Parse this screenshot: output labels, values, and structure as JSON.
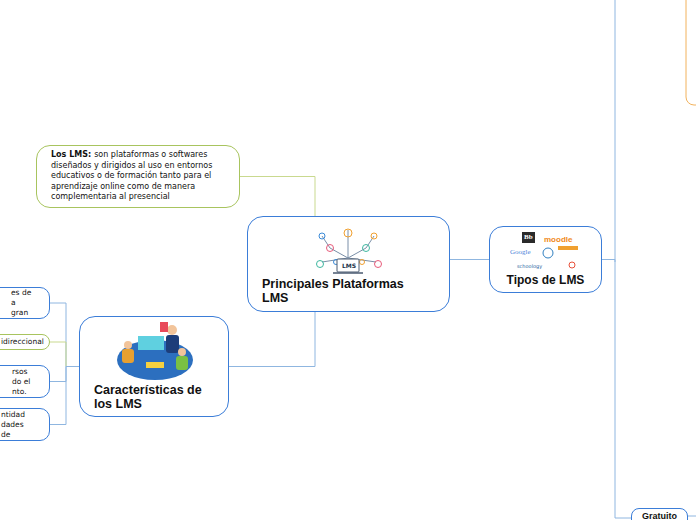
{
  "diagram": {
    "nodes": [
      {
        "text": [
          "Principales Plataformas LMS"
        ]
      },
      {
        "text": [
          "Los LMS:",
          "son plataformas o softwares diseñados y dirigidos al uso en entornos educativos o de formación tanto para el aprendizaje online como de manera complementaria al presencial"
        ]
      },
      {
        "text": [
          "Tipos de LMS"
        ]
      },
      {
        "text": [
          "Características de los LMS"
        ]
      },
      {
        "text": [
          "es de a gran"
        ]
      },
      {
        "text": [
          "idireccional"
        ]
      },
      {
        "text": [
          "rsos do el nto."
        ]
      },
      {
        "text": [
          "ntidad dades de"
        ]
      },
      {
        "text": [
          "Gratuito"
        ]
      }
    ],
    "edges": [
      {
        "from": 0,
        "to": 1,
        "arrow": "none"
      },
      {
        "from": 0,
        "to": 2,
        "arrow": "none"
      },
      {
        "from": 0,
        "to": 3,
        "arrow": "none"
      },
      {
        "from": 3,
        "to": 4,
        "arrow": "none"
      },
      {
        "from": 3,
        "to": 5,
        "arrow": "none"
      },
      {
        "from": 3,
        "to": 6,
        "arrow": "none"
      },
      {
        "from": 3,
        "to": 7,
        "arrow": "none"
      },
      {
        "from": 2,
        "to": 8,
        "arrow": "none"
      }
    ],
    "labels": [
      "LMS",
      "Bb",
      "moodle",
      "Google",
      "schoology"
    ]
  }
}
